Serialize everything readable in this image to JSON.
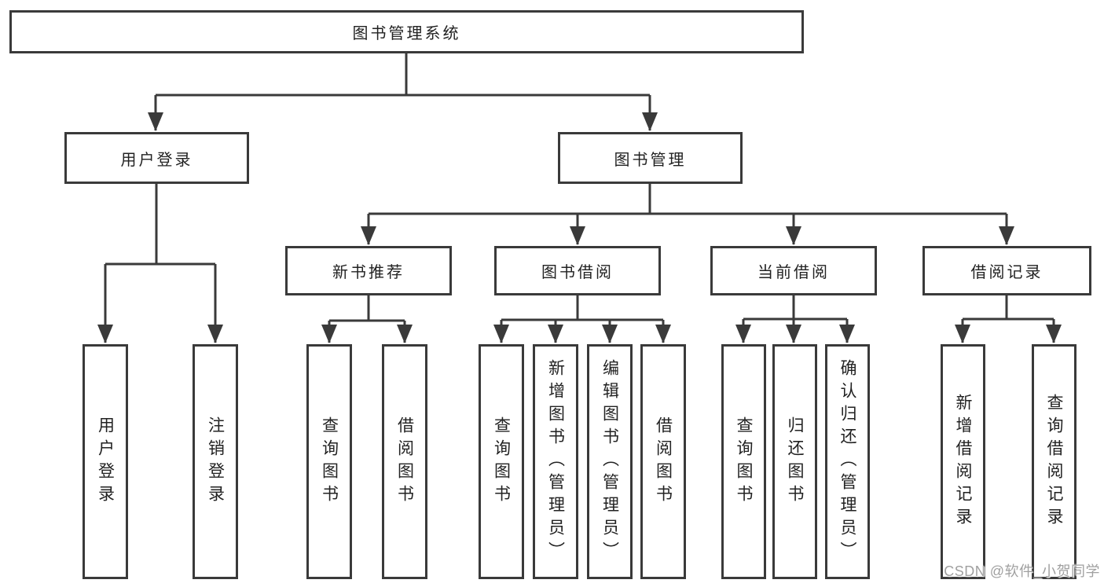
{
  "tree": {
    "root": "图书管理系统",
    "branches": {
      "user_login": {
        "label": "用户登录",
        "children": [
          "用户登录",
          "注销登录"
        ]
      },
      "book_management": {
        "label": "图书管理",
        "sections": {
          "new_book_recommend": {
            "label": "新书推荐",
            "children": [
              "查询图书",
              "借阅图书"
            ]
          },
          "book_borrow": {
            "label": "图书借阅",
            "children": [
              "查询图书",
              "新增图书（管理员）",
              "编辑图书（管理员）",
              "借阅图书"
            ]
          },
          "current_borrow": {
            "label": "当前借阅",
            "children": [
              "查询图书",
              "归还图书",
              "确认归还（管理员）"
            ]
          },
          "borrow_record": {
            "label": "借阅记录",
            "children": [
              "新增借阅记录",
              "查询借阅记录"
            ]
          }
        }
      }
    }
  },
  "watermark": "CSDN @软件_小贺同学",
  "colors": {
    "line": "#3a3a3a",
    "text": "#222222",
    "box_background": "#ffffff",
    "watermark": "#a0a0a0",
    "page_background": "#ffffff"
  }
}
